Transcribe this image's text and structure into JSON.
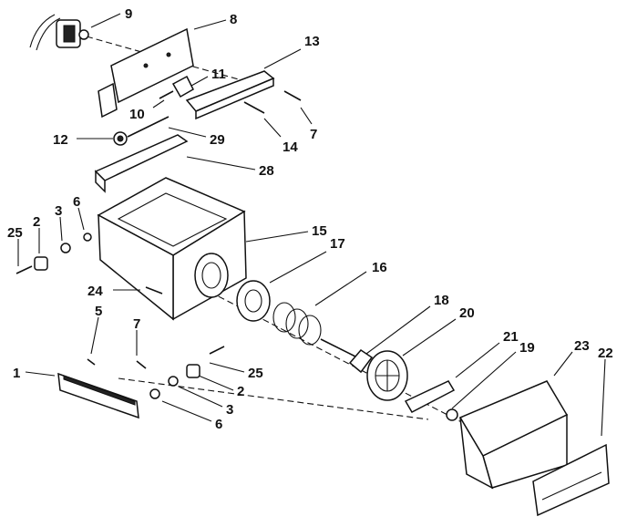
{
  "diagram": {
    "callouts": [
      "1",
      "2",
      "3",
      "5",
      "6",
      "7",
      "8",
      "9",
      "10",
      "11",
      "12",
      "13",
      "14",
      "15",
      "16",
      "17",
      "18",
      "19",
      "20",
      "21",
      "22",
      "23",
      "24",
      "25",
      "28",
      "29"
    ]
  }
}
